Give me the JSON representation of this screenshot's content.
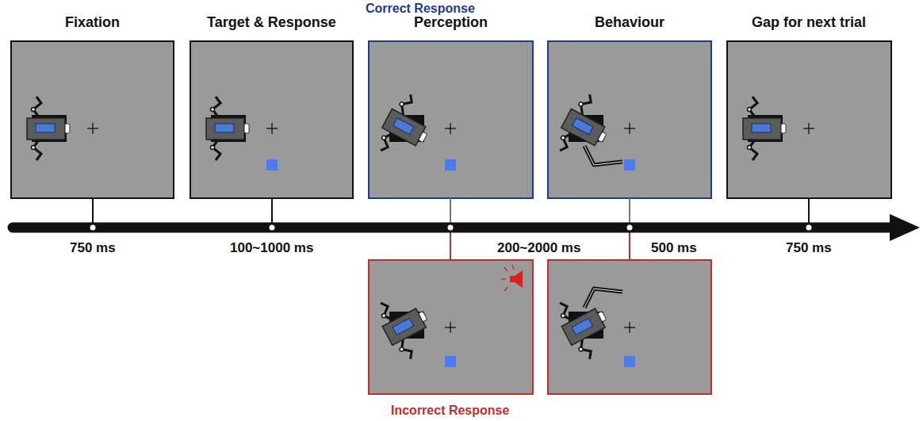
{
  "diagram": {
    "nodes": [
      {
        "text": [
          "Fixation"
        ]
      },
      {
        "text": [
          "Target & Response"
        ]
      },
      {
        "text": [
          "Perception"
        ]
      },
      {
        "text": [
          "Behaviour"
        ]
      },
      {
        "text": [
          "Gap for next trial"
        ]
      }
    ],
    "labels": [
      "Correct Response",
      "750 ms",
      "100~1000 ms",
      "200~2000 ms",
      "500 ms",
      "750 ms",
      "Incorrect Response"
    ]
  }
}
